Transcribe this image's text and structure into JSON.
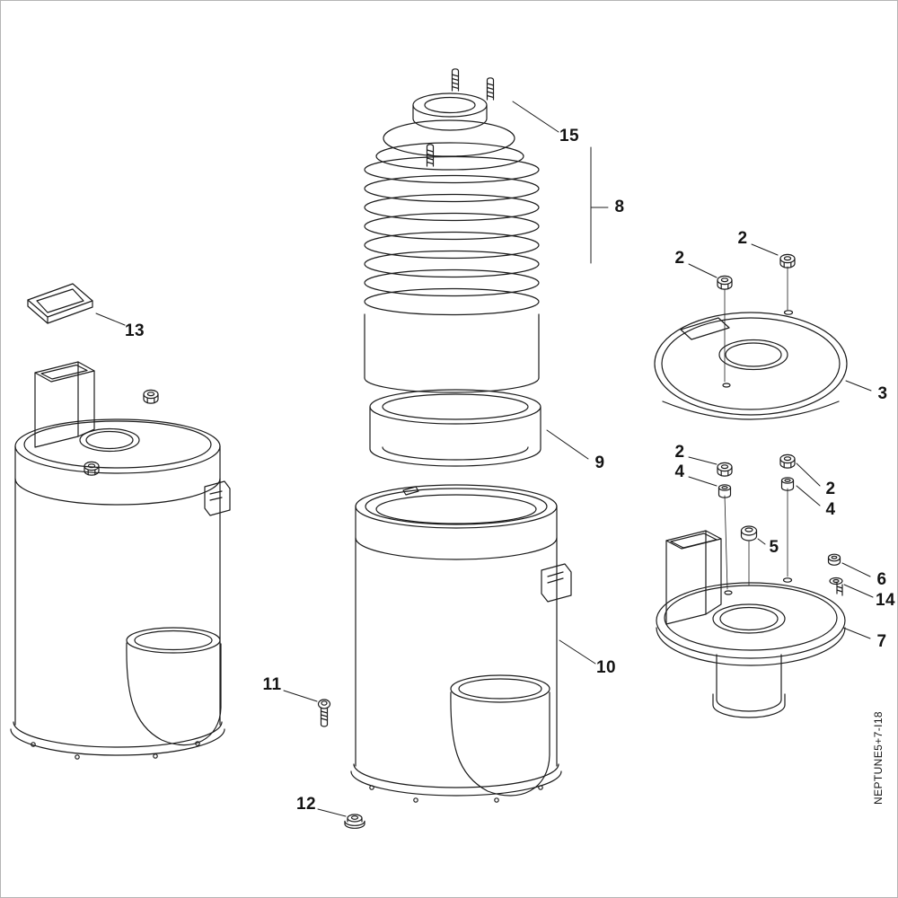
{
  "meta": {
    "background_color": "#ffffff",
    "line_color": "#1c1c1c",
    "diagram_type": "exploded-parts-diagram"
  },
  "diagram": {
    "doc_code": "NEPTUNE5+7-I18",
    "callouts": [
      {
        "id": "15",
        "text": "15"
      },
      {
        "id": "8",
        "text": "8"
      },
      {
        "id": "2-top-left",
        "text": "2"
      },
      {
        "id": "2-top-right",
        "text": "2"
      },
      {
        "id": "3",
        "text": "3"
      },
      {
        "id": "13",
        "text": "13"
      },
      {
        "id": "9",
        "text": "9"
      },
      {
        "id": "2-mid-left",
        "text": "2"
      },
      {
        "id": "4-mid-left",
        "text": "4"
      },
      {
        "id": "2-mid-right",
        "text": "2"
      },
      {
        "id": "4-mid-right",
        "text": "4"
      },
      {
        "id": "5",
        "text": "5"
      },
      {
        "id": "6",
        "text": "6"
      },
      {
        "id": "14",
        "text": "14"
      },
      {
        "id": "10",
        "text": "10"
      },
      {
        "id": "7",
        "text": "7"
      },
      {
        "id": "11",
        "text": "11"
      },
      {
        "id": "12",
        "text": "12"
      }
    ]
  }
}
